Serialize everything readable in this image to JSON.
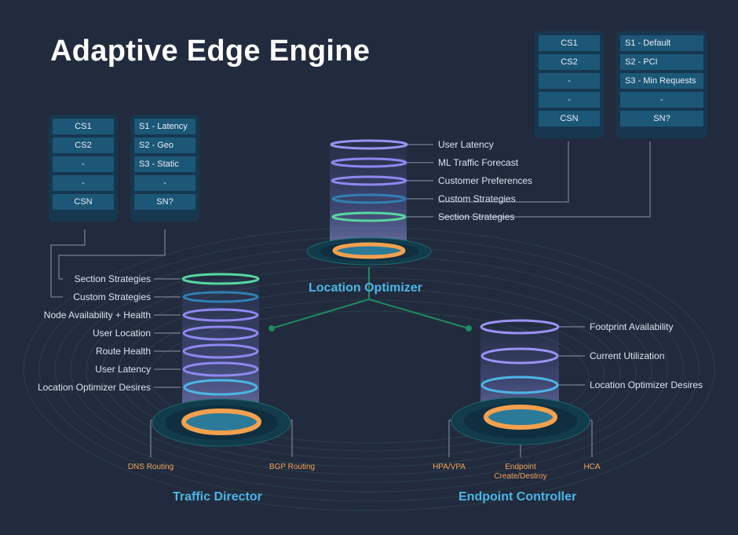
{
  "title": "Adaptive Edge Engine",
  "colors": {
    "background": "#222b3d",
    "panel": "#17374f",
    "cell": "#1d5777",
    "accent_blue": "#4bb6e6",
    "accent_orange": "#f0a458",
    "ring_purple": "#8e85f0",
    "ring_green": "#58d6a0",
    "connector_green": "#1f8a5e"
  },
  "panels": {
    "left_cs": [
      "CS1",
      "CS2",
      "-",
      "-",
      "CSN"
    ],
    "left_s": [
      "S1 - Latency",
      "S2 - Geo",
      "S3 - Static",
      "-",
      "SN?"
    ],
    "right_cs": [
      "CS1",
      "CS2",
      "-",
      "-",
      "CSN"
    ],
    "right_s": [
      "S1 - Default",
      "S2 - PCI",
      "S3 - Min Requests",
      "-",
      "SN?"
    ]
  },
  "location_optimizer": {
    "name": "Location Optimizer",
    "inputs": [
      "User Latency",
      "ML Traffic Forecast",
      "Customer Preferences",
      "Custom Strategies",
      "Section Strategies"
    ]
  },
  "traffic_director": {
    "name": "Traffic Director",
    "inputs": [
      "Section Strategies",
      "Custom Strategies",
      "Node Availability + Health",
      "User Location",
      "Route Health",
      "User Latency",
      "Location Optimizer Desires"
    ],
    "outputs": [
      "DNS Routing",
      "BGP Routing"
    ]
  },
  "endpoint_controller": {
    "name": "Endpoint Controller",
    "inputs": [
      "Footprint Availability",
      "Current Utilization",
      "Location Optimizer Desires"
    ],
    "outputs": [
      "HPA/VPA",
      "Endpoint Create/Destroy",
      "HCA"
    ]
  }
}
